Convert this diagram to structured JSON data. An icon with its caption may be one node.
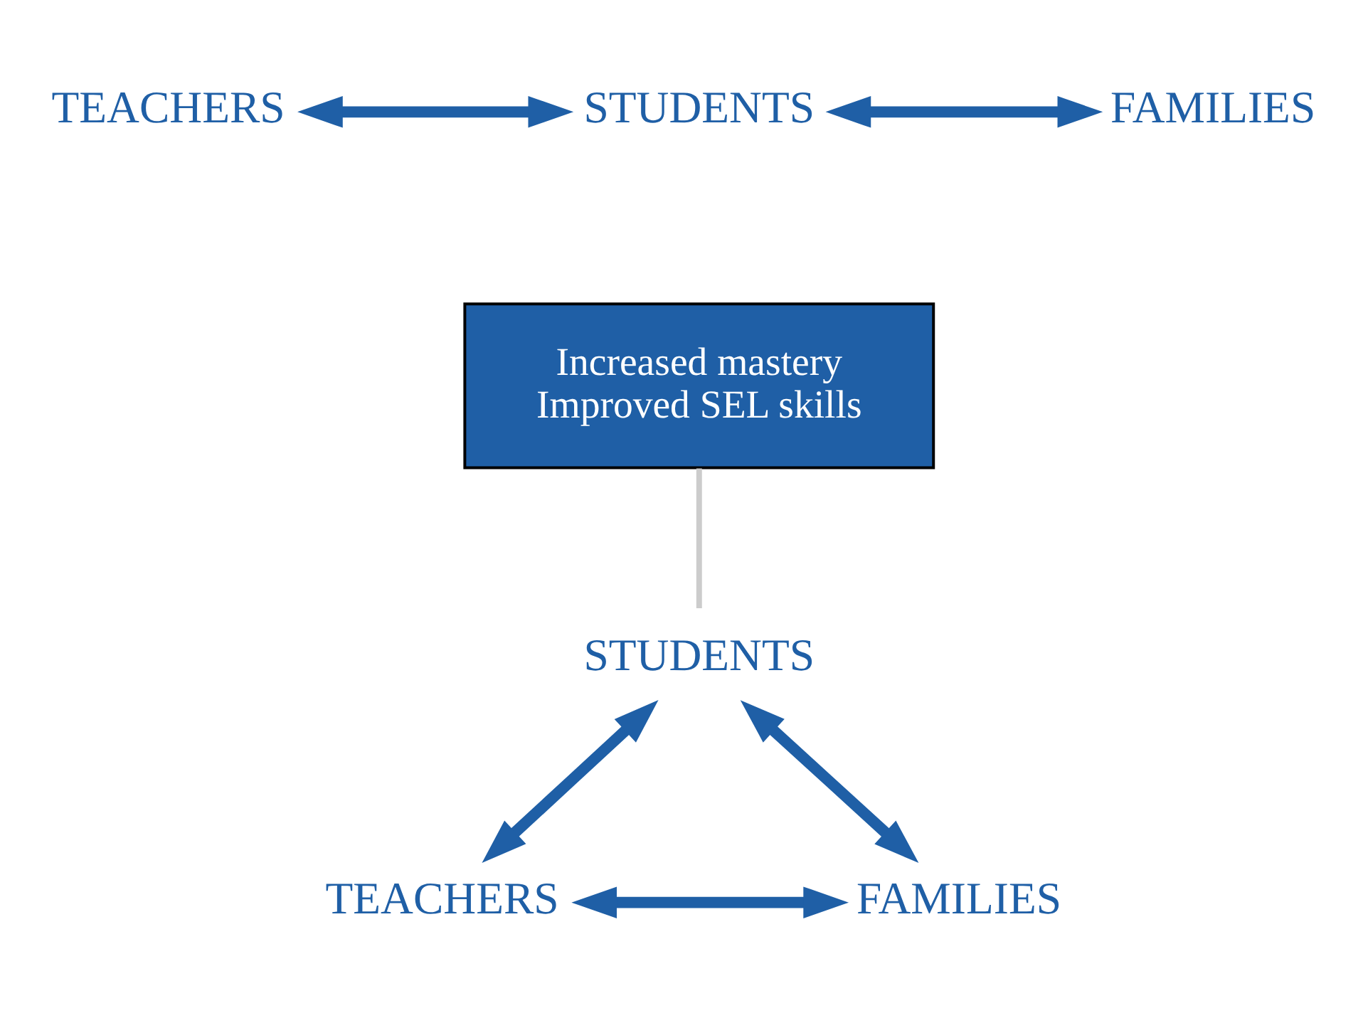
{
  "diagram": {
    "nodes": [
      {
        "text": [
          "TEACHERS"
        ]
      },
      {
        "text": [
          "STUDENTS"
        ]
      },
      {
        "text": [
          "FAMILIES"
        ]
      },
      {
        "text": [
          "Increased mastery",
          "Improved SEL skills"
        ]
      },
      {
        "text": [
          "STUDENTS"
        ]
      },
      {
        "text": [
          "TEACHERS"
        ]
      },
      {
        "text": [
          "FAMILIES"
        ]
      }
    ],
    "edges": [
      {
        "from": 0,
        "to": 1,
        "arrow": "both"
      },
      {
        "from": 1,
        "to": 2,
        "arrow": "both"
      },
      {
        "from": 3,
        "to": 4,
        "arrow": "none",
        "color": "#cccccc"
      },
      {
        "from": 4,
        "to": 5,
        "arrow": "both"
      },
      {
        "from": 4,
        "to": 6,
        "arrow": "both"
      },
      {
        "from": 5,
        "to": 6,
        "arrow": "both"
      }
    ]
  }
}
